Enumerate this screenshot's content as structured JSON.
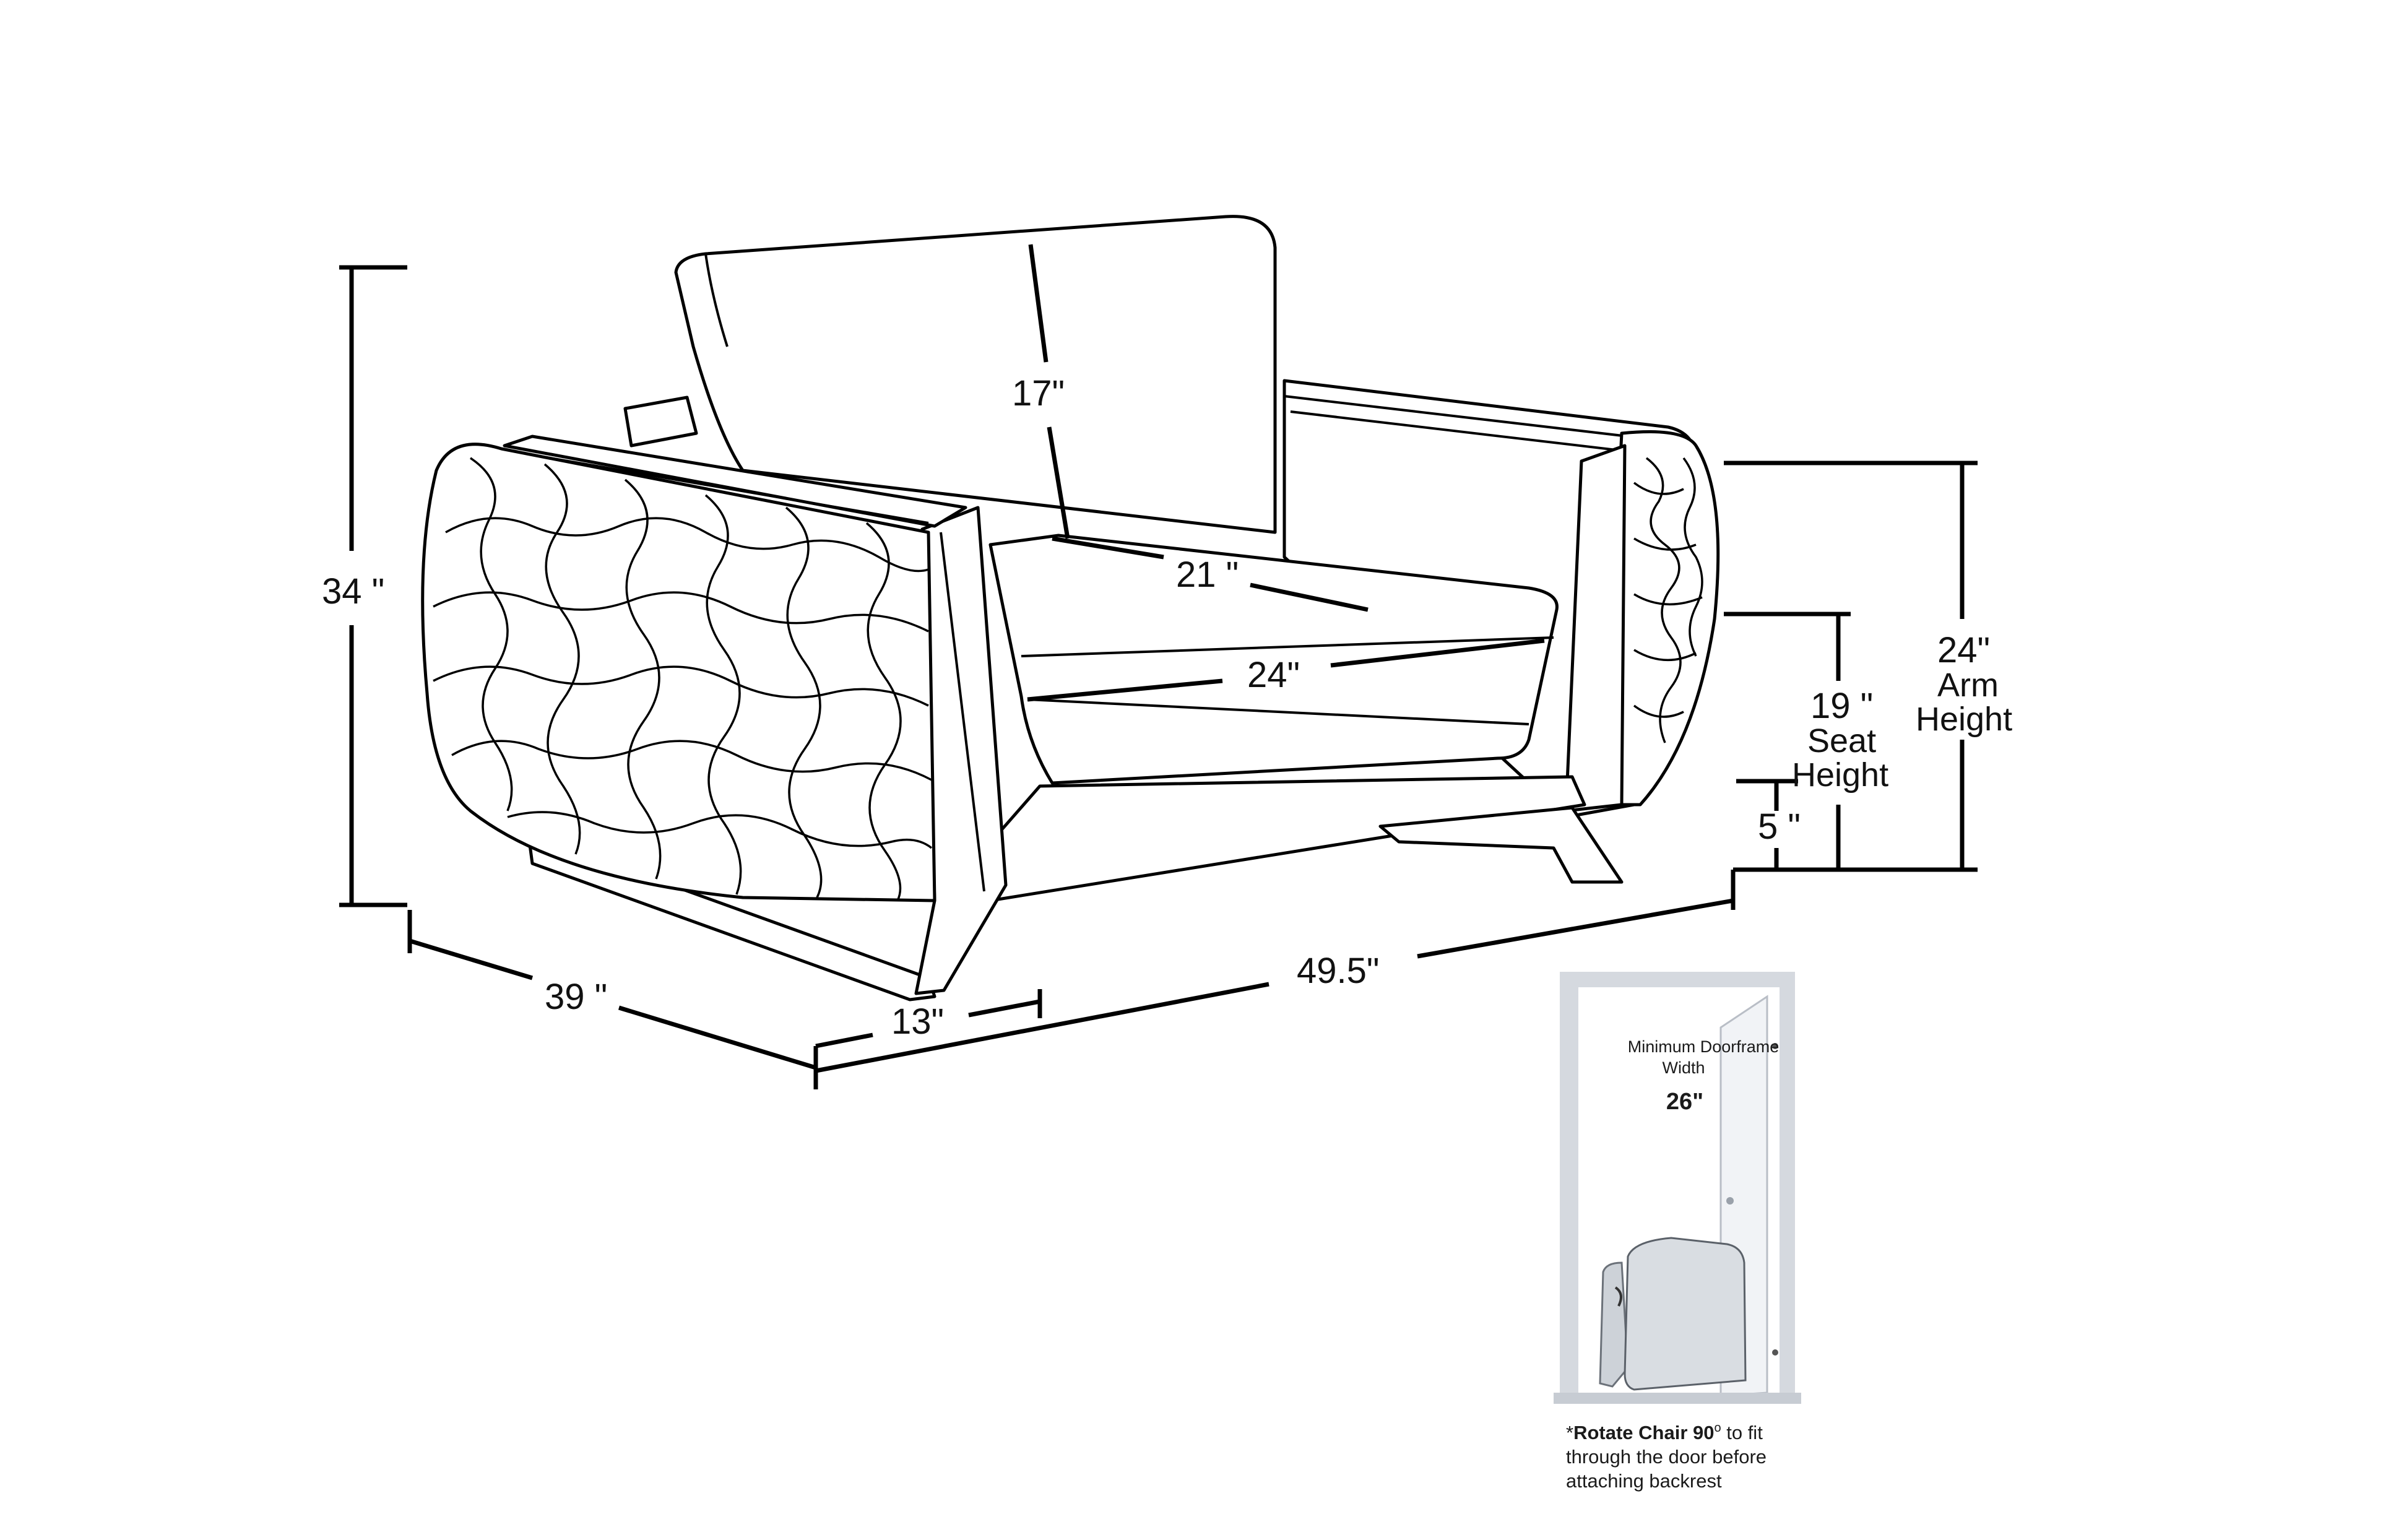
{
  "dimensions": {
    "total_height": "34 \"",
    "back_height": "17\"",
    "seat_depth": "21 \"",
    "seat_width": "24\"",
    "seat_height_value": "19 \"",
    "seat_height_label_1": "Seat",
    "seat_height_label_2": "Height",
    "arm_height_value": "24\"",
    "arm_height_label_1": "Arm",
    "arm_height_label_2": "Height",
    "leg_height": "5 \"",
    "depth": "39 \"",
    "arm_width": "13\"",
    "width": "49.5\""
  },
  "door_inset": {
    "title_line_1": "Minimum Doorframe",
    "title_line_2": "Width",
    "min_width": "26\"",
    "note_line_1_prefix": "*",
    "note_line_1_bold": "Rotate Chair 90",
    "note_line_1_deg": "o",
    "note_line_1_rest": " to fit",
    "note_line_2": "through the door before",
    "note_line_3": "attaching backrest"
  }
}
